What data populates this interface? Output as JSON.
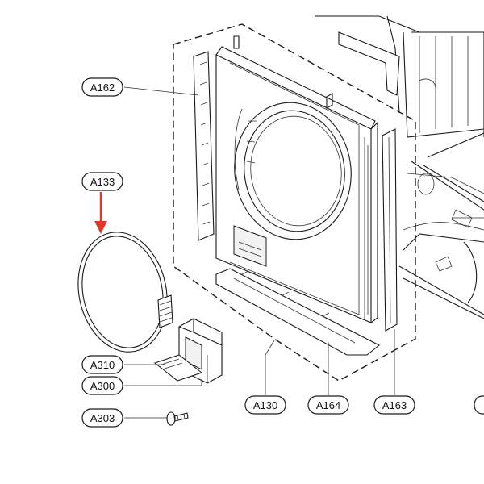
{
  "labels": {
    "A162": "A162",
    "A133": "A133",
    "A310": "A310",
    "A300": "A300",
    "A303": "A303",
    "A130": "A130",
    "A164": "A164",
    "A163": "A163"
  },
  "colors": {
    "line": "#1a1a1a",
    "highlight_arrow": "#e8322a"
  }
}
